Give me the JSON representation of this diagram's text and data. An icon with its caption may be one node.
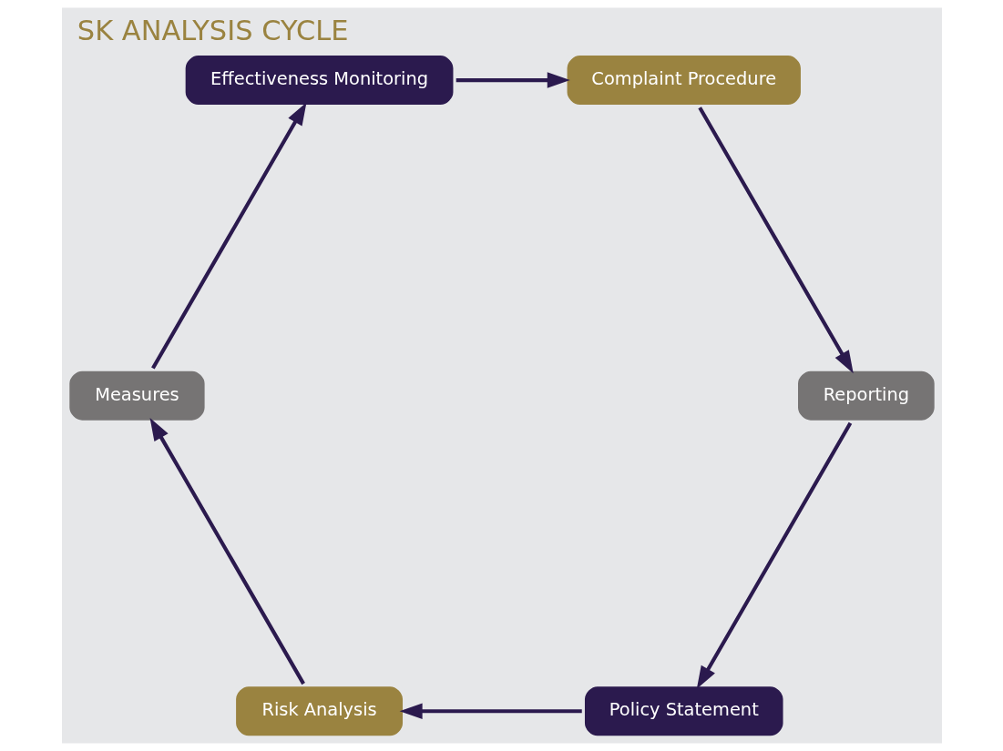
{
  "diagram": {
    "title": "SK ANALYSIS CYCLE",
    "nodes": [
      {
        "text": [
          "Policy Statement"
        ]
      },
      {
        "text": [
          "Risk Analysis"
        ]
      },
      {
        "text": [
          "Reporting"
        ]
      },
      {
        "text": [
          "Complaint Procedure"
        ]
      },
      {
        "text": [
          "Measures"
        ]
      },
      {
        "text": [
          "Effectiveness Monitoring"
        ]
      }
    ],
    "edges": [
      {
        "from": 0,
        "to": 1,
        "arrow": "to"
      },
      {
        "from": 1,
        "to": 4,
        "arrow": "to"
      },
      {
        "from": 4,
        "to": 5,
        "arrow": "to"
      },
      {
        "from": 5,
        "to": 3,
        "arrow": "to"
      },
      {
        "from": 3,
        "to": 2,
        "arrow": "to"
      },
      {
        "from": 2,
        "to": 0,
        "arrow": "to"
      }
    ]
  }
}
